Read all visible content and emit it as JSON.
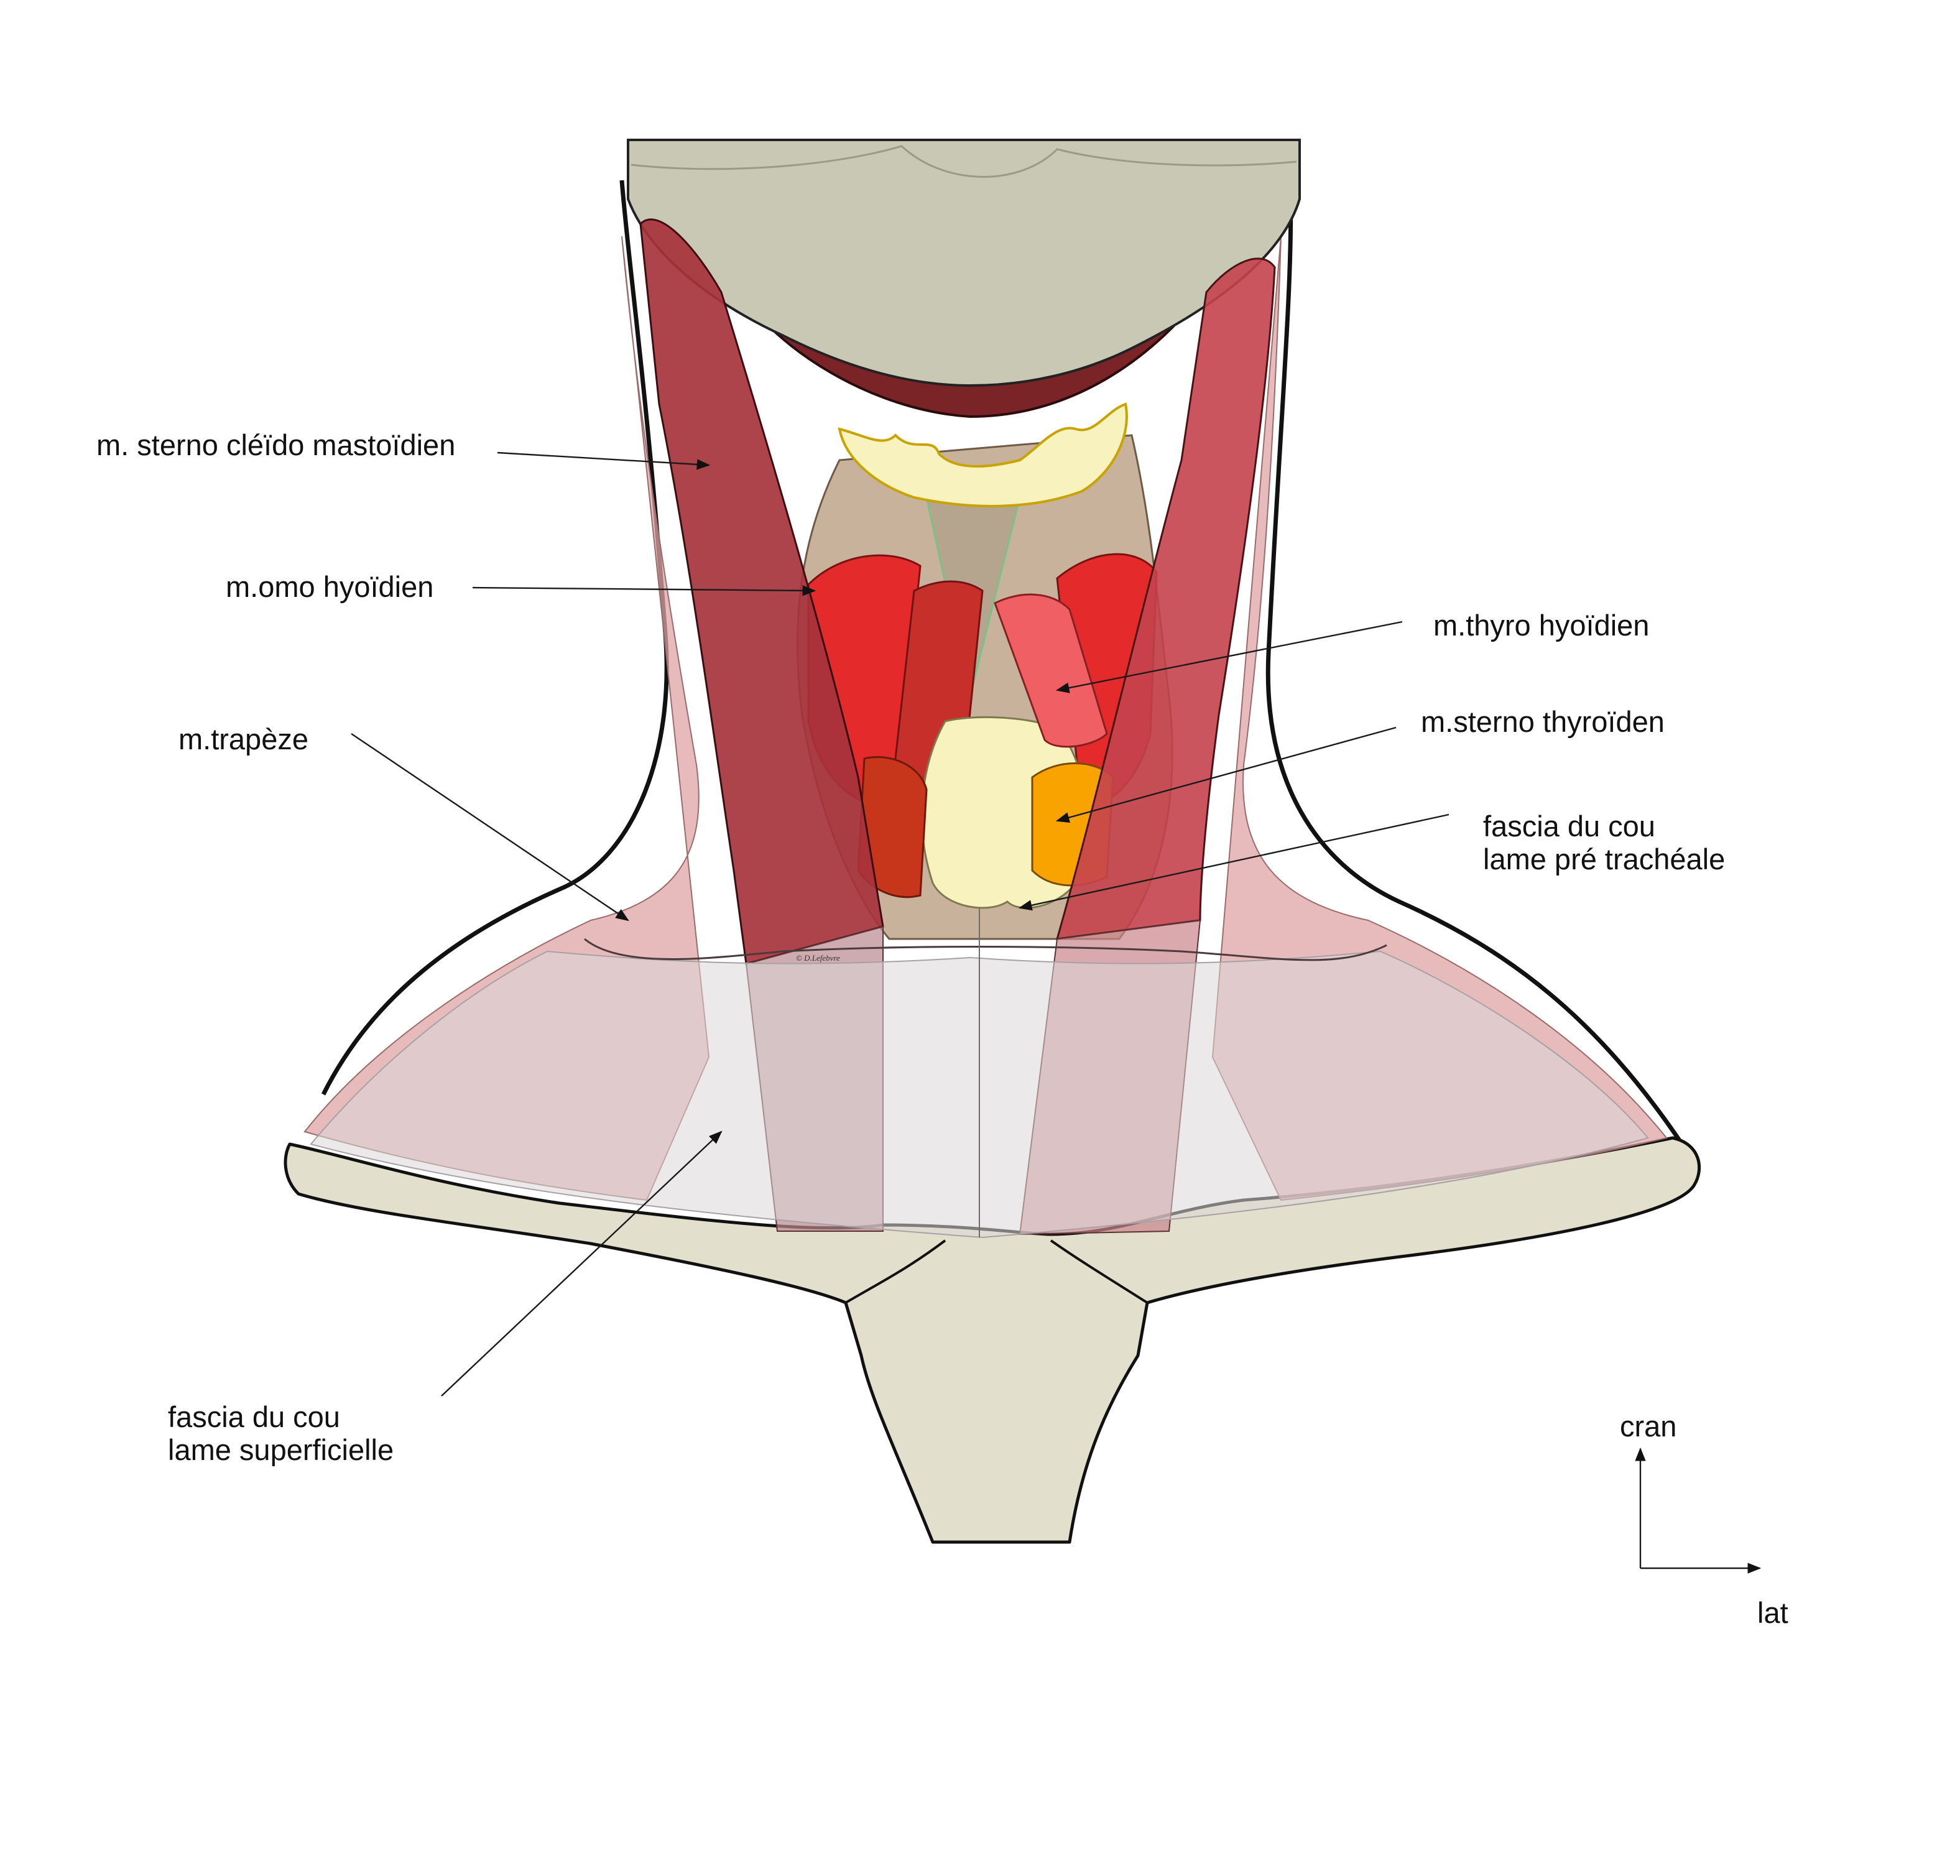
{
  "labels": {
    "scm": "m. sterno cléïdo mastoïdien",
    "omo": "m.omo hyoïdien",
    "trapeze": "m.trapèze",
    "thyro": "m.thyro hyoïdien",
    "sterno_thyro": "m.sterno thyroïden",
    "pretracheal_1": "fascia du cou",
    "pretracheal_2": "lame pré trachéale",
    "superficial_1": "fascia du cou",
    "superficial_2": "lame superficielle"
  },
  "orientation": {
    "up": "cran",
    "right": "lat"
  },
  "signature": "© D.Lefebvre",
  "colors": {
    "bone": "#e2dfcd",
    "mandible": "#c8c8b4",
    "scm_muscle": "#a6333c",
    "trapezius": "#dfa3a5",
    "omohyoid": "#e42a2a",
    "thyrohyoid": "#ef5f63",
    "sternothyroid": "#f8a300",
    "hyoid": "#f7f2be",
    "fascia": "#dcd7d9"
  }
}
